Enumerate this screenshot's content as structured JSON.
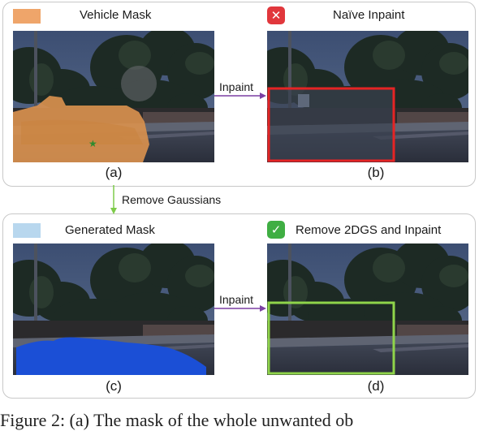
{
  "panels": {
    "a": {
      "header": "Vehicle Mask",
      "label": "(a)",
      "swatch_color": "#efa56a"
    },
    "b": {
      "header": "Naïve Inpaint",
      "label": "(b)",
      "badge": "✕",
      "badge_color": "#e1373c",
      "box_color": "#e52424"
    },
    "c": {
      "header": "Generated Mask",
      "label": "(c)",
      "swatch_color": "#b8d7ee"
    },
    "d": {
      "header": "Remove 2DGS and Inpaint",
      "label": "(d)",
      "badge": "✓",
      "badge_color": "#3fae43",
      "box_color": "#8fd44a"
    }
  },
  "arrows": {
    "inpaint_top": "Inpaint",
    "inpaint_bottom": "Inpaint",
    "remove_gaussians": "Remove Gaussians"
  },
  "colors": {
    "arrow_purple": "#7b3fa3",
    "arrow_green": "#7ecb4a",
    "vehicle_mask": "#d8904e",
    "generated_mask": "#1b4fd6"
  },
  "caption": "Figure 2: (a) The mask of the whole unwanted ob"
}
